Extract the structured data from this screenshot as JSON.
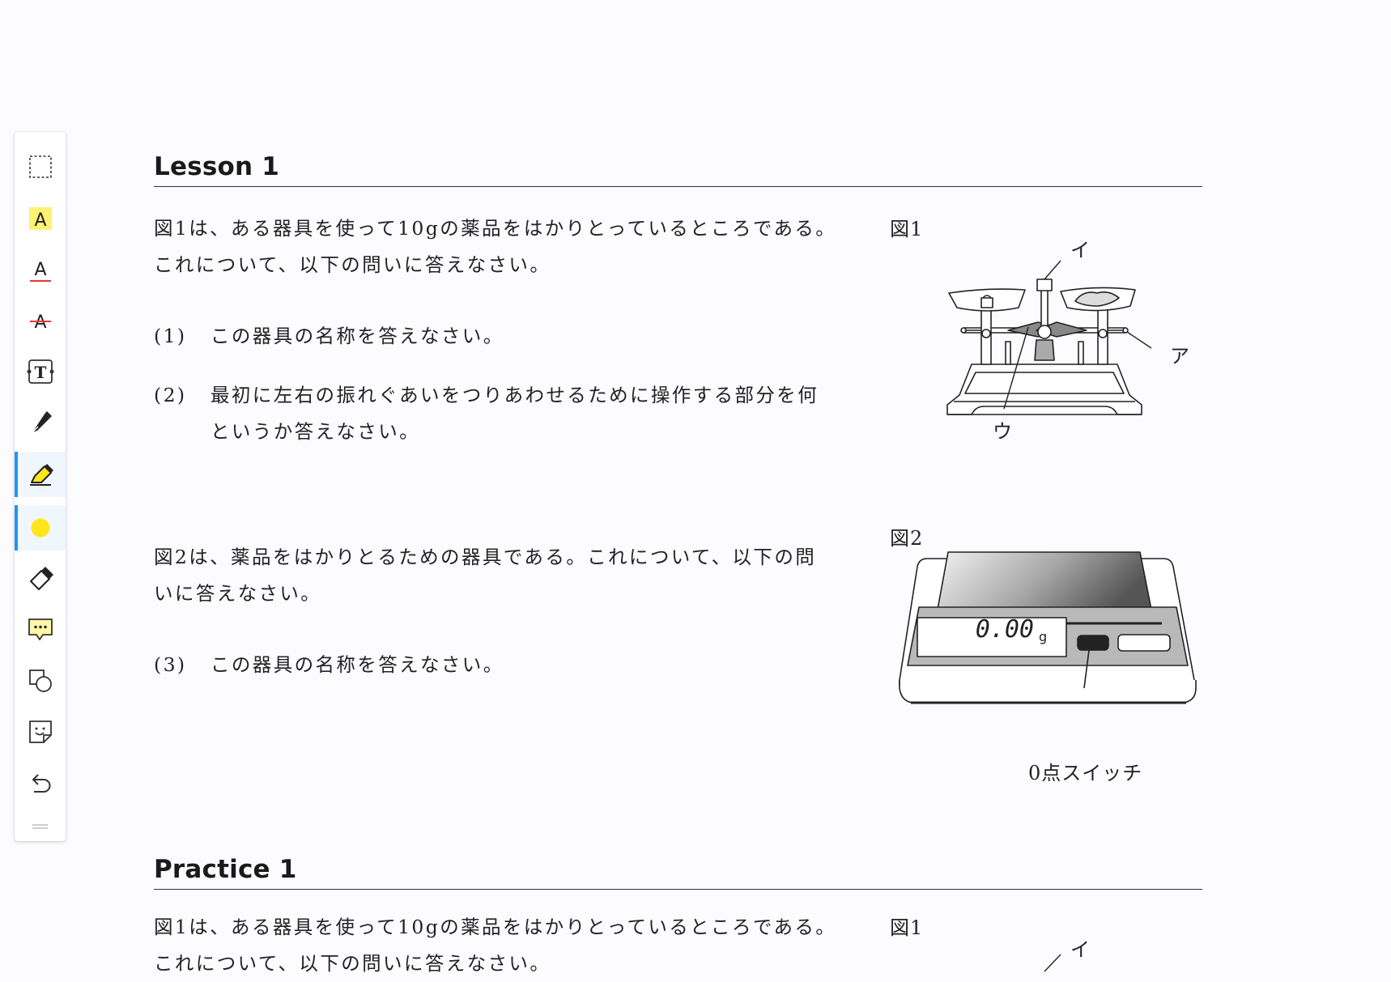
{
  "toolbar": {
    "tools": [
      {
        "name": "select-tool"
      },
      {
        "name": "highlight-text-tool",
        "glyph": "A"
      },
      {
        "name": "underline-text-tool",
        "glyph": "A"
      },
      {
        "name": "strikethrough-text-tool",
        "glyph": "A"
      },
      {
        "name": "text-box-tool",
        "glyph": "T"
      },
      {
        "name": "pen-tool"
      },
      {
        "name": "highlighter-tool",
        "active": true
      },
      {
        "name": "color-picker",
        "color": "#ffe61a"
      },
      {
        "name": "eraser-tool"
      },
      {
        "name": "comment-tool",
        "glyph": "···"
      },
      {
        "name": "shape-tool"
      },
      {
        "name": "sticker-tool"
      },
      {
        "name": "undo-tool"
      }
    ],
    "accent": "#2196f3",
    "highlight_color": "#ffe61a",
    "red": "#e53935"
  },
  "lesson": {
    "title": "Lesson 1",
    "intro1": [
      "図1は、ある器具を使って10gの薬品をはかりとっているところである。",
      "これについて、以下の問いに答えなさい。"
    ],
    "q1": {
      "num": "(1)",
      "line1": "この器具の名称を答えなさい。"
    },
    "q2": {
      "num": "(2)",
      "line1": "最初に左右の振れぐあいをつりあわせるために操作する部分を何",
      "line2": "というか答えなさい。"
    },
    "intro2": [
      "図2は、薬品をはかりとるための器具である。これについて、以下の問",
      "いに答えなさい。"
    ],
    "q3": {
      "num": "(3)",
      "line1": "この器具の名称を答えなさい。"
    },
    "fig1": {
      "label": "図1",
      "callout_a": "ア",
      "callout_i": "イ",
      "callout_u": "ウ"
    },
    "fig2": {
      "label": "図2",
      "display": "0.00",
      "unit": "g",
      "switch_label": "0点スイッチ"
    }
  },
  "practice": {
    "title": "Practice 1",
    "intro1": [
      "図1は、ある器具を使って10gの薬品をはかりとっているところである。",
      "これについて、以下の問いに答えなさい。"
    ],
    "fig1": {
      "label": "図1",
      "callout_i": "イ"
    }
  }
}
